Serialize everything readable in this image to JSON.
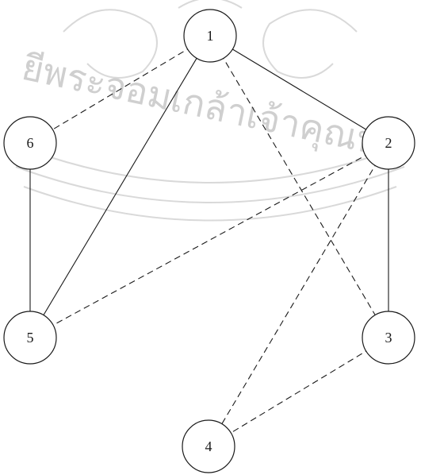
{
  "diagram": {
    "nodes": [
      {
        "id": "1",
        "label": "1"
      },
      {
        "id": "2",
        "label": "2"
      },
      {
        "id": "3",
        "label": "3"
      },
      {
        "id": "4",
        "label": "4"
      },
      {
        "id": "5",
        "label": "5"
      },
      {
        "id": "6",
        "label": "6"
      }
    ],
    "edges": [
      {
        "from": "1",
        "to": "2",
        "style": "solid"
      },
      {
        "from": "1",
        "to": "5",
        "style": "solid"
      },
      {
        "from": "6",
        "to": "5",
        "style": "solid"
      },
      {
        "from": "2",
        "to": "3",
        "style": "solid"
      },
      {
        "from": "1",
        "to": "6",
        "style": "dashed"
      },
      {
        "from": "1",
        "to": "3",
        "style": "dashed"
      },
      {
        "from": "2",
        "to": "5",
        "style": "dashed"
      },
      {
        "from": "2",
        "to": "4",
        "style": "dashed"
      },
      {
        "from": "3",
        "to": "4",
        "style": "dashed"
      }
    ]
  },
  "watermark": {
    "text": "ยีพระจอมเกล้าเจ้าคุณทห",
    "color": "#d9d9d9"
  }
}
